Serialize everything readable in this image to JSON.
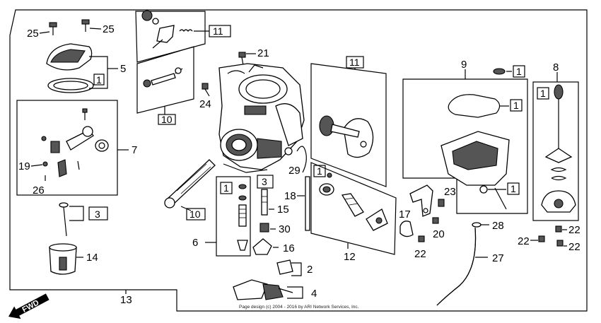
{
  "diagram": {
    "copyright": "Page design (c) 2004 - 2016 by ARI Network Services, Inc.",
    "fwd_label": "FWD",
    "callouts": {
      "c25a": "25",
      "c25b": "25",
      "c5": "5",
      "c5box": "1",
      "c11a": "11",
      "c10a": "10",
      "c21": "21",
      "c24": "24",
      "c7": "7",
      "c19": "19",
      "c26": "26",
      "c3a": "3",
      "c14": "14",
      "c13": "13",
      "c10b": "10",
      "c6": "6",
      "c6box": "1",
      "c3b": "3",
      "c15": "15",
      "c30": "30",
      "c16": "16",
      "c2": "2",
      "c4": "4",
      "c29": "29",
      "c18": "18",
      "c11b": "11",
      "c12box": "1",
      "c12": "12",
      "c9": "9",
      "c9box1": "1",
      "c9box2": "1",
      "c9box3": "1",
      "c8": "8",
      "c8box": "1",
      "c23": "23",
      "c17": "17",
      "c20": "20",
      "c22a": "22",
      "c28": "28",
      "c27": "27",
      "c22b": "22",
      "c22c": "22",
      "c22d": "22"
    }
  }
}
